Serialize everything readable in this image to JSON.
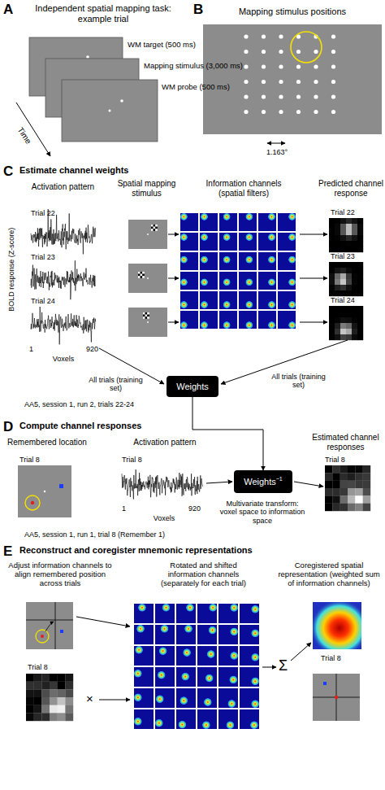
{
  "diagram": {
    "nodes": [
      {
        "text": [
          "Weights"
        ]
      },
      {
        "text": [
          "Weights",
          "−1"
        ]
      }
    ],
    "edges": [
      {
        "from": 0,
        "to": 1,
        "arrow": "to"
      }
    ],
    "labels": [
      "A",
      "Independent spatial mapping task: example trial",
      "WM target (500 ms)",
      "Mapping stimulus (3,000 ms)",
      "WM probe (500 ms)",
      "Time",
      "B",
      "Mapping stimulus positions",
      "1.163°",
      "C",
      "Estimate channel weights",
      "Activation pattern",
      "Spatial mapping stimulus",
      "Information channels (spatial filters)",
      "Predicted channel response",
      "Trial 22",
      "Trial 23",
      "Trial 24",
      "BOLD response (Z-score)",
      "1",
      "920",
      "Voxels",
      "Trial 22",
      "Trial 23",
      "Trial 24",
      "All trials (training set)",
      "All trials (training set)",
      "AA5, session 1, run 2, trials 22-24",
      "D",
      "Compute channel responses",
      "Remembered location",
      "Activation pattern",
      "Estimated channel responses",
      "Trial 8",
      "Trial 8",
      "1",
      "920",
      "Voxels",
      "Multivariate transform: voxel space to information space",
      "Trial 8",
      "AA5, session 1, run 1, trial 8 (Remember 1)",
      "E",
      "Reconstruct and coregister mnemonic representations",
      "Adjust information channels to align remembered position across trials",
      "Rotated and shifted information channels (separately for each trial)",
      "Coregistered spatial representation (weighted sum of information channels)",
      "Trial 8",
      "×",
      "Σ",
      "Trial 8"
    ]
  }
}
